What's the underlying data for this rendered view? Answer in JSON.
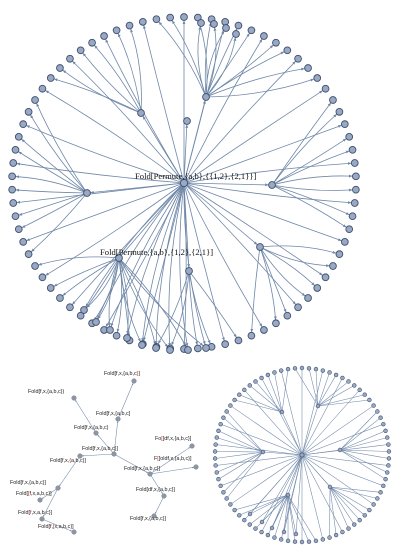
{
  "graph_main": {
    "labels": {
      "root": "Fold[Permute,{a,b},{{1,2},{2,1}}]",
      "secondary": "Fold[Permute,{a,b},{1,2},{2,1}]"
    }
  },
  "graph_small": {
    "labels": [
      {
        "pre": "Fold[f,x,{a,b,c",
        "red": "}",
        "post": "]"
      },
      {
        "pre": "Fold[f,x,{a,b,c})",
        "red": "",
        "post": ""
      },
      {
        "pre": "Fold[f,x,{a,b,c]",
        "red": "",
        "post": ""
      },
      {
        "pre": "Fold[f,x,{a,b,c}",
        "red": "",
        "post": ""
      },
      {
        "pre": "Fold[f,x,{a,b,c}]",
        "red": "",
        "post": ""
      },
      {
        "pre": "Fo",
        "red": "[",
        "post": "[df,x,{a,b,c}]"
      },
      {
        "pre": "F",
        "red": "[",
        "post": "[oldf,x,{a,b,c}]"
      },
      {
        "pre": "Fold[f,x,",
        "red": "{",
        "post": "a,b,c}]"
      },
      {
        "pre": "Fold[f,x,{a,b,c}]",
        "red": "",
        "post": ""
      },
      {
        "pre": "Fold[f,x,{a,b,c}]",
        "red": "",
        "post": ""
      },
      {
        "pre": "Fold[df,x,{a,b,c}]",
        "red": "",
        "post": ""
      },
      {
        "pre": "Fold[",
        "red": "[",
        "post": "f,x,a,b,c}]"
      },
      {
        "pre": "Fold[f,x,{a,b,c}]",
        "red": "",
        "post": ""
      },
      {
        "pre": "Fold[",
        "red": "f",
        "post": ",x,a,b,c}]"
      },
      {
        "pre": "Fold[f,",
        "red": "[",
        "post": "x,a,b,c}]"
      }
    ]
  }
}
